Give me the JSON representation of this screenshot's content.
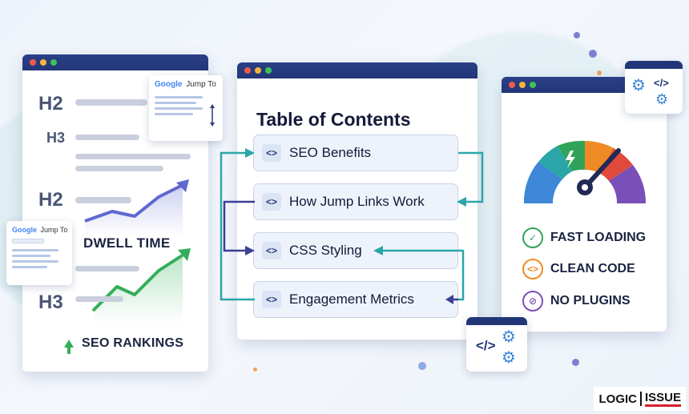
{
  "left_panel": {
    "headings": [
      "H2",
      "H3",
      "H2",
      "H3"
    ],
    "dwell_time": "DWELL TIME",
    "seo_rankings": "SEO RANKINGS"
  },
  "google_card": {
    "brand": "Google",
    "label": "Jump To"
  },
  "toc": {
    "title": "Table of Contents",
    "code_tag": "<>",
    "items": [
      "SEO Benefits",
      "How Jump Links Work",
      "CSS Styling",
      "Engagement Metrics"
    ]
  },
  "features": {
    "fast_loading": "FAST LOADING",
    "clean_code": "CLEAN CODE",
    "no_plugins": "NO PLUGINS"
  },
  "code_icon_text": "</>",
  "logo": {
    "left": "LOGIC",
    "right": "ISSUE"
  },
  "colors": {
    "titlebar": "#223677",
    "teal": "#2aa6a8",
    "navy": "#3b3f96",
    "green": "#2fa35a",
    "orange": "#f08a24"
  }
}
